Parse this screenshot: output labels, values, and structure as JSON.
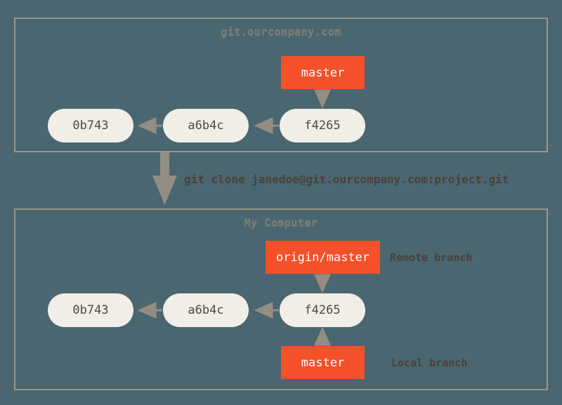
{
  "diagram": {
    "title": "git clone from remote to local repository",
    "background_color": "#4a6670",
    "panel_border_color": "#9a958c",
    "commit_color": "#f0eee6",
    "branch_color": "#f4502a",
    "arrow_color": "#938d82",
    "text_color": "#4b4038",
    "panel_title_color": "#7d7a72"
  },
  "remote_panel": {
    "title": "git.ourcompany.com",
    "branch_label": "master",
    "commits": [
      {
        "id": "0b743"
      },
      {
        "id": "a6b4c"
      },
      {
        "id": "f4265"
      }
    ]
  },
  "clone_command": {
    "text": "git clone janedoe@git.ourcompany.com:project.git"
  },
  "local_panel": {
    "title": "My Computer",
    "remote_branch_label": "origin/master",
    "remote_branch_annotation": "Remote branch",
    "local_branch_label": "master",
    "local_branch_annotation": "Local branch",
    "commits": [
      {
        "id": "0b743"
      },
      {
        "id": "a6b4c"
      },
      {
        "id": "f4265"
      }
    ]
  }
}
